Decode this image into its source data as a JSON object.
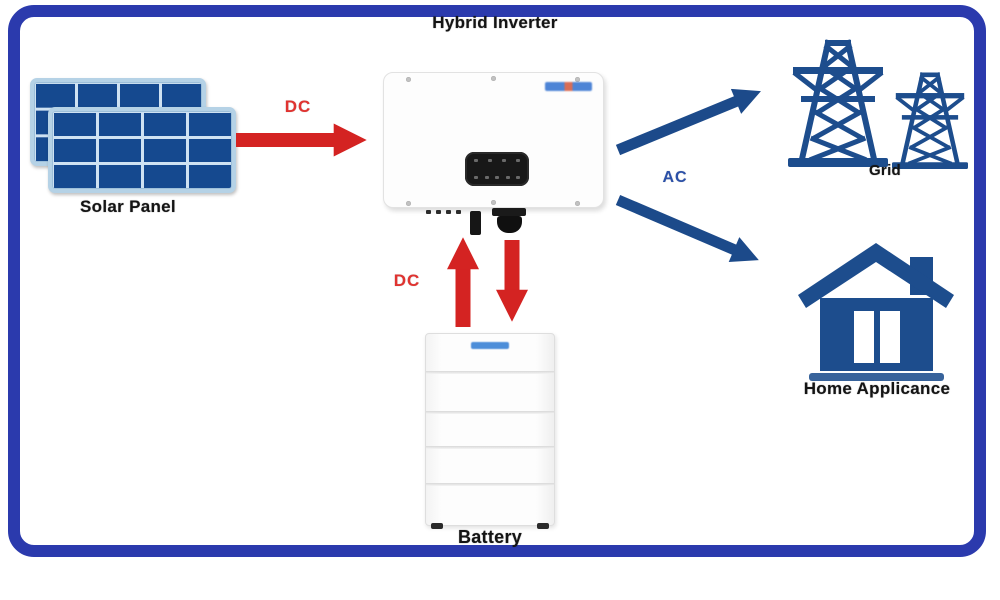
{
  "title": "Hybrid Inverter",
  "nodes": {
    "solar_panel": {
      "label": "Solar Panel"
    },
    "grid": {
      "label": "Grid"
    },
    "home_appliance": {
      "label": "Home Applicance"
    },
    "battery": {
      "label": "Battery"
    }
  },
  "flows": {
    "pv_to_inverter": {
      "label": "DC",
      "direction": "solar-panel to inverter"
    },
    "inverter_battery": {
      "label": "DC",
      "direction": "bidirectional inverter/battery"
    },
    "inverter_ac_out": {
      "label": "AC",
      "direction": "inverter to grid and home appliance"
    }
  },
  "icons": {
    "solar_panel": "solar-panel-icon",
    "inverter": "hybrid-inverter-icon",
    "grid": "transmission-tower-icon",
    "home_appliance": "house-icon",
    "battery": "battery-tower-icon",
    "inverter_logo": "brand-logo-blue",
    "battery_logo": "brand-logo-blue"
  },
  "colors": {
    "frame_border": "#2b3aad",
    "dc_arrow": "#d42322",
    "dc_label": "#e03330",
    "ac_arrow": "#1c4a8a",
    "ac_label": "#2b50a8",
    "icon_blue": "#1d4d8d",
    "panel_cell": "#15498f",
    "panel_frame": "#b5d2e6",
    "label_text": "#141414"
  }
}
